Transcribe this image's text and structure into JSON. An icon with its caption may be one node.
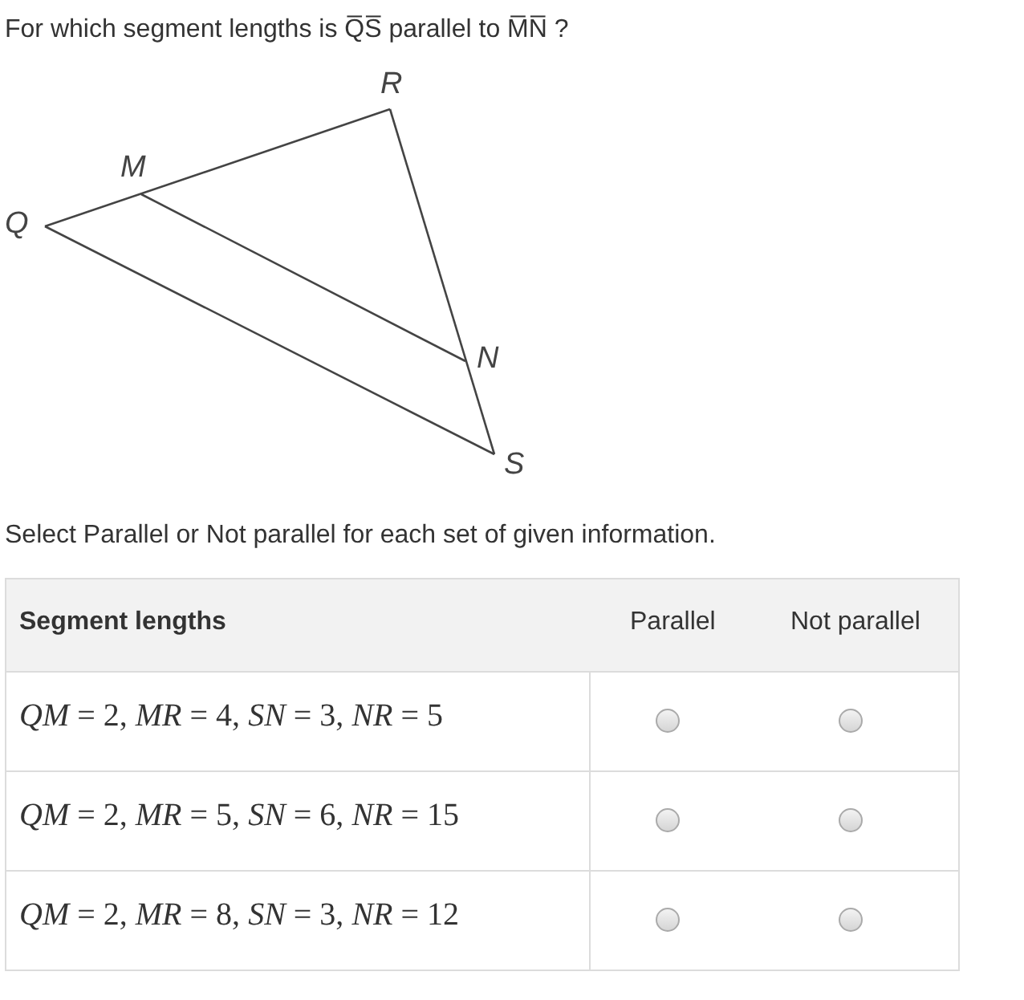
{
  "diagram": {
    "title": "For which segment lengths is Q̅S̅ parallel to M̅N̅ ?",
    "labels": [
      "R",
      "M",
      "Q",
      "N",
      "S",
      "Select Parallel or Not parallel for each set of given information.",
      "Segment lengths",
      "Parallel",
      "Not parallel",
      "*QM* = 2, *MR* = 4, *SN* = 3, *NR* = 5",
      "*QM* = 2, *MR* = 5, *SN* = 6, *NR* = 15",
      "*QM* = 2, *MR* = 8, *SN* = 3, *NR* = 12"
    ]
  }
}
